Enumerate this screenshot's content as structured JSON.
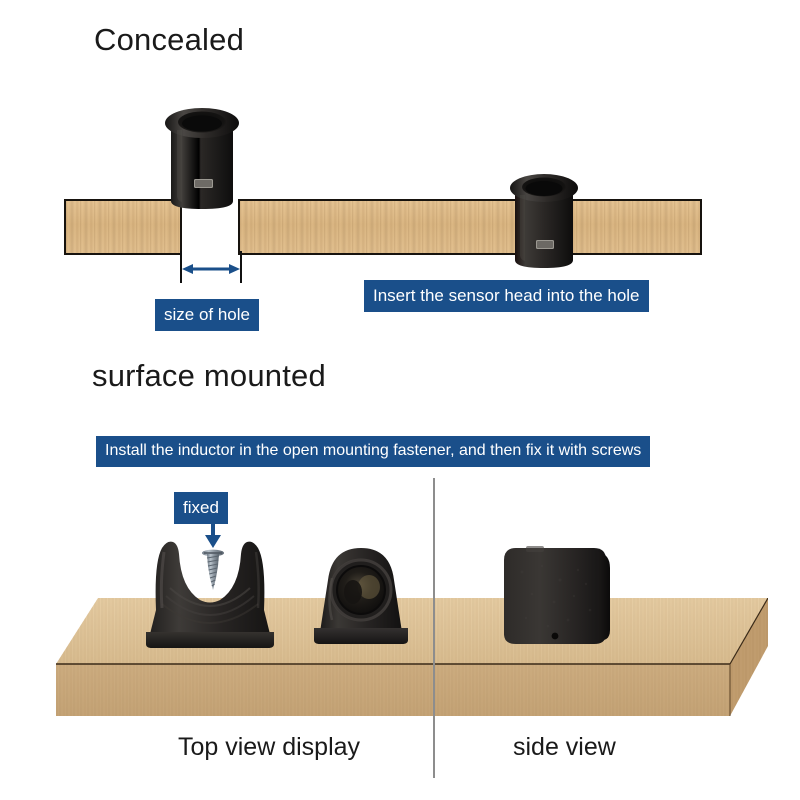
{
  "page": {
    "background_color": "#ffffff",
    "accent_color": "#1a4f8a",
    "wood_color": "#ddb987",
    "part_color": "#231f1d"
  },
  "sections": {
    "concealed": {
      "heading": "Concealed",
      "callouts": {
        "size_of_hole": "size of hole",
        "insert_sensor": "Insert the sensor head into the hole"
      },
      "icons": {
        "dimension_arrow": "double-arrow-icon",
        "sensor_loose": "sensor-barrel-icon",
        "sensor_inserted": "sensor-barrel-inserted-icon",
        "board_left": "wood-board-icon",
        "board_right": "wood-board-icon"
      }
    },
    "surface_mounted": {
      "heading": "surface mounted",
      "callouts": {
        "install_instruction": "Install the inductor in the open mounting fastener, and then fix it with screws",
        "fixed": "fixed"
      },
      "captions": {
        "top_view": "Top view display",
        "side_view": "side view"
      },
      "icons": {
        "down_arrow": "arrow-down-icon",
        "screw": "screw-icon",
        "bracket": "mounting-bracket-icon",
        "sensor_front": "sensor-front-view-icon",
        "sensor_side": "sensor-side-view-icon",
        "shelf": "wood-shelf-icon",
        "divider": "vertical-divider-icon"
      }
    }
  }
}
